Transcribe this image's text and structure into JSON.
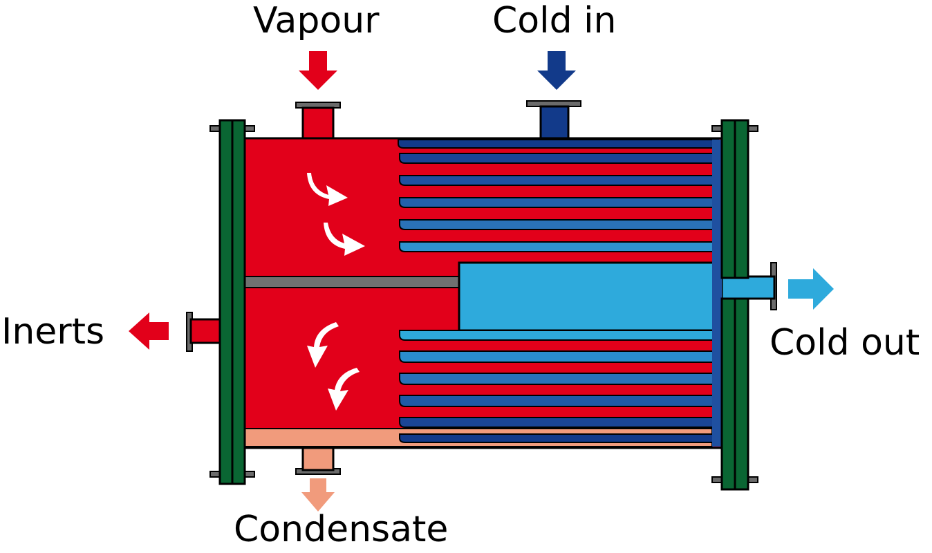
{
  "labels": {
    "vapour": "Vapour",
    "cold_in": "Cold in",
    "inerts": "Inerts",
    "cold_out": "Cold out",
    "condensate": "Condensate"
  },
  "colors": {
    "vapour": "#e2001a",
    "cold_in": "#123a8a",
    "cold_mid1": "#1f50a0",
    "cold_mid2": "#2a72b8",
    "cold_mid3": "#2f92cf",
    "cold_out": "#2eaadc",
    "condensate": "#f19b7c",
    "flange": "#0a6633",
    "bolt": "#6b6b6b",
    "baffle": "#707070",
    "outline": "#000000",
    "flow_arrow": "#ffffff"
  },
  "icons": {
    "vapour_in": "arrow-down-icon",
    "cold_in": "arrow-down-icon",
    "inerts_out": "arrow-left-icon",
    "cold_out": "arrow-right-icon",
    "condensate_out": "arrow-down-icon",
    "shell_flow": "curved-arrow-icon"
  }
}
